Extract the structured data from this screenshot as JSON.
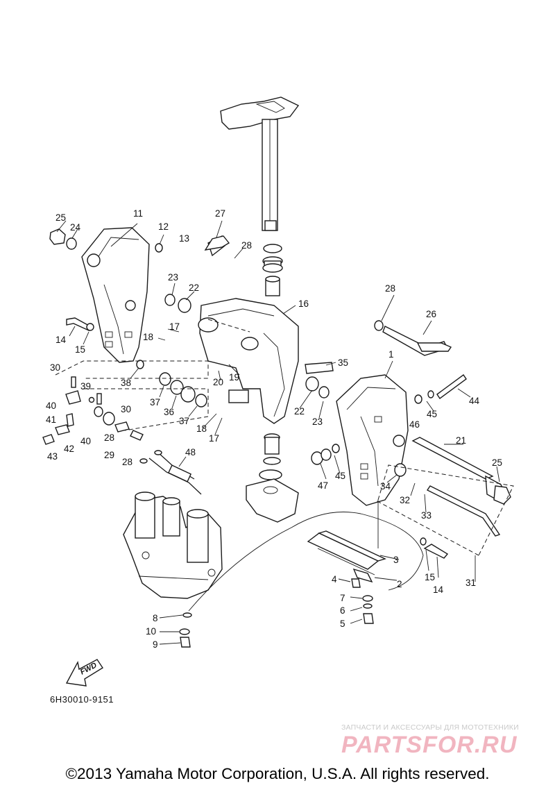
{
  "diagram": {
    "code": "6H30010-9151",
    "fwd_label": "FWD",
    "callouts": [
      "1",
      "2",
      "3",
      "4",
      "5",
      "6",
      "7",
      "8",
      "9",
      "10",
      "11",
      "12",
      "13",
      "14",
      "14",
      "15",
      "15",
      "16",
      "17",
      "17",
      "18",
      "18",
      "19",
      "20",
      "21",
      "22",
      "22",
      "23",
      "23",
      "24",
      "25",
      "25",
      "26",
      "27",
      "28",
      "28",
      "28",
      "28",
      "29",
      "30",
      "30",
      "31",
      "32",
      "33",
      "34",
      "35",
      "36",
      "37",
      "37",
      "38",
      "39",
      "40",
      "40",
      "41",
      "42",
      "43",
      "44",
      "45",
      "45",
      "46",
      "47",
      "48"
    ]
  },
  "watermark": {
    "subtitle": "ЗАПЧАСТИ И АКСЕССУАРЫ ДЛЯ МОТОТЕХНИКИ",
    "brand": "PARTSFOR.RU"
  },
  "footer": {
    "copyright": "©2013 Yamaha Motor Corporation, U.S.A. All rights reserved."
  }
}
